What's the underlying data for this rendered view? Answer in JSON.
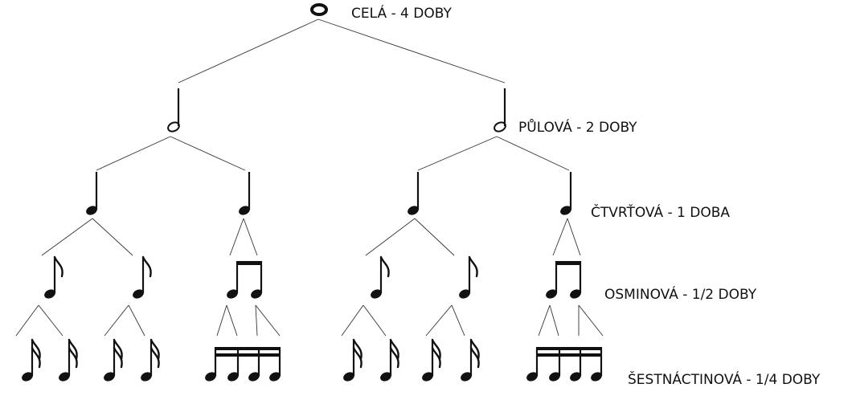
{
  "labels": {
    "whole": "CELÁ - 4 DOBY",
    "half": "PŮLOVÁ - 2 DOBY",
    "quarter": "ČTVRŤOVÁ - 1 DOBA",
    "eighth": "OSMINOVÁ - 1/2 DOBY",
    "sixteenth": "ŠESTNÁCTINOVÁ - 1/4 DOBY"
  },
  "colors": {
    "ink": "#111111",
    "line": "#333333"
  }
}
